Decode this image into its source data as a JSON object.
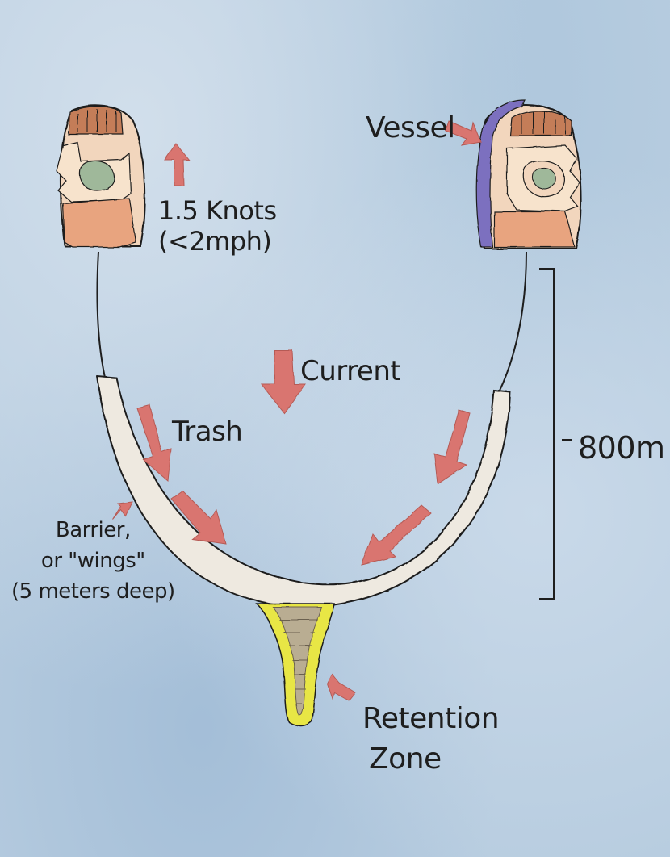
{
  "labels": {
    "speed_line1": "1.5 Knots",
    "speed_line2": "(<2mph)",
    "vessel": "Vessel",
    "current": "Current",
    "trash": "Trash",
    "length": "800m",
    "barrier_line1": "Barrier,",
    "barrier_line2": "or \"wings\"",
    "barrier_line3": "(5 meters deep)",
    "retention_line1": "Retention",
    "retention_line2": "Zone"
  },
  "colors": {
    "background": "#b8cde0",
    "arrow": "#d9756f",
    "barrier": "#eee9e0",
    "retention_outline": "#e8e645",
    "retention_inner": "#b9ad92",
    "vessel_hull": "#7b6fbf",
    "vessel_deck": "#e8a47f",
    "vessel_light": "#f2d6bd",
    "vessel_cabin_top": "#c47d58",
    "ink": "#1e1e1e"
  },
  "icons": [
    "vessel-left-icon",
    "vessel-right-icon",
    "arrow-icon",
    "retention-zone-icon"
  ]
}
